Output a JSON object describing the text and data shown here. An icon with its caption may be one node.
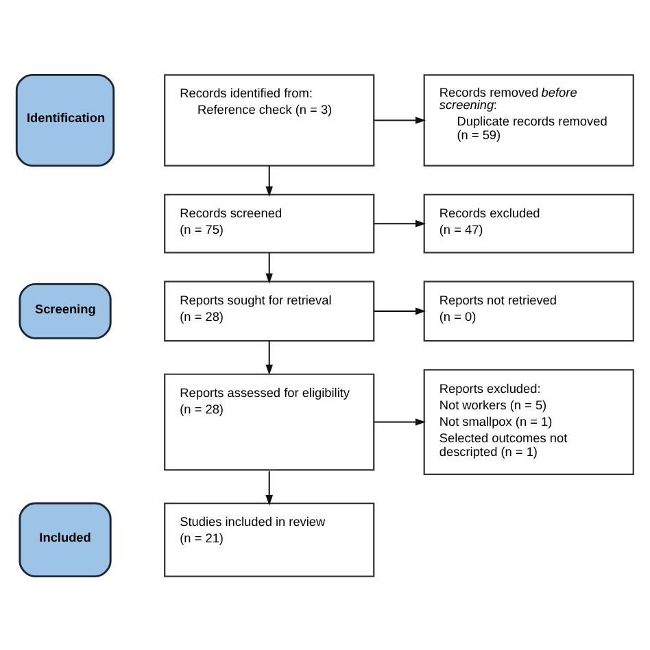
{
  "diagram": {
    "nodes": [
      {
        "text": [
          "Identification"
        ]
      },
      {
        "text": [
          "Records identified from:",
          "Reference check (n = 3)"
        ]
      },
      {
        "text": [
          "Records removed *before screening*:",
          "Duplicate records removed (n = 59)"
        ]
      },
      {
        "text": [
          "Screening"
        ]
      },
      {
        "text": [
          "Records screened",
          "(n = 75)"
        ]
      },
      {
        "text": [
          "Records excluded",
          "(n = 47)"
        ]
      },
      {
        "text": [
          "Reports sought for retrieval",
          "(n = 28)"
        ]
      },
      {
        "text": [
          "Reports not retrieved",
          "(n = 0)"
        ]
      },
      {
        "text": [
          "Reports assessed for eligibility",
          "(n = 28)"
        ]
      },
      {
        "text": [
          "Reports excluded:",
          "Not workers (n = 5)",
          "Not smallpox (n = 1)",
          "Selected outcomes not descripted (n = 1)"
        ]
      },
      {
        "text": [
          "Included"
        ]
      },
      {
        "text": [
          "Studies included in review",
          "(n = 21)"
        ]
      }
    ],
    "edges": [
      {
        "from": 1,
        "to": 2,
        "arrow": "to"
      },
      {
        "from": 1,
        "to": 4,
        "arrow": "to"
      },
      {
        "from": 4,
        "to": 5,
        "arrow": "to"
      },
      {
        "from": 4,
        "to": 6,
        "arrow": "to"
      },
      {
        "from": 6,
        "to": 7,
        "arrow": "to"
      },
      {
        "from": 6,
        "to": 8,
        "arrow": "to"
      },
      {
        "from": 8,
        "to": 9,
        "arrow": "to"
      },
      {
        "from": 8,
        "to": 11,
        "arrow": "to"
      }
    ]
  }
}
